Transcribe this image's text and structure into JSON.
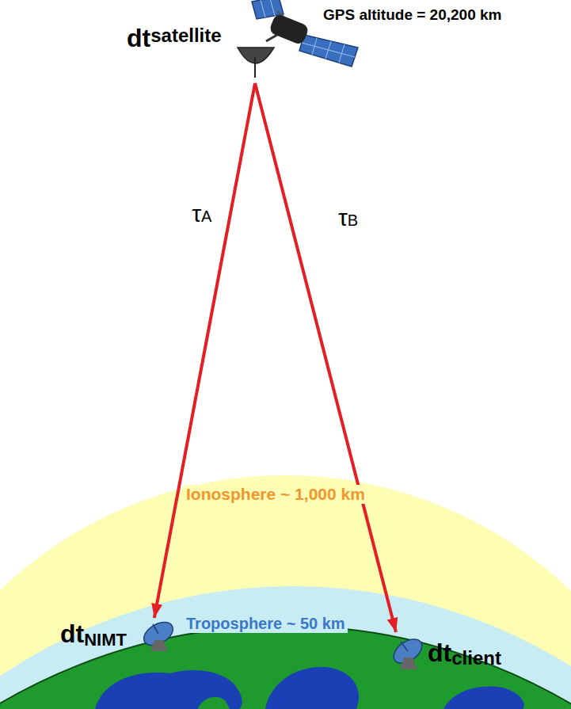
{
  "diagram": {
    "nodes": [
      {
        "text": [
          "dt",
          "satellite"
        ]
      },
      {
        "text": [
          "dt",
          "NIMT"
        ]
      },
      {
        "text": [
          "dt",
          "client"
        ]
      }
    ],
    "edges": [
      {
        "from": 0,
        "to": 1,
        "arrow": "to",
        "label": "τA"
      },
      {
        "from": 0,
        "to": 2,
        "arrow": "to",
        "label": "τB"
      }
    ],
    "labels": [
      "GPS altitude = 20,200 km",
      "Ionosphere ~ 1,000 km",
      "Troposphere ~ 50 km"
    ]
  }
}
